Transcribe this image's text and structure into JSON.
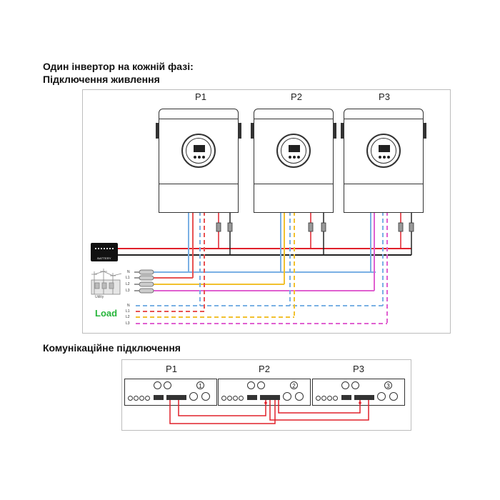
{
  "headings": {
    "line1": "Один інвертор на кожній фазі:",
    "line2": "Підключення живлення",
    "comm": "Комунікаційне підключення"
  },
  "power_diagram": {
    "inverters": [
      {
        "label": "P1"
      },
      {
        "label": "P2"
      },
      {
        "label": "P3"
      }
    ],
    "battery": {
      "label": "BATTERY",
      "icon": "battery-icon"
    },
    "utility": {
      "label": "Utility",
      "icon": "utility-grid-icon",
      "lines": [
        "N",
        "L1",
        "L2",
        "L3"
      ]
    },
    "load": {
      "label": "Load",
      "lines": [
        "N",
        "L1",
        "L2",
        "L3"
      ]
    },
    "colors": {
      "dc_positive": "#e0202a",
      "dc_negative": "#222222",
      "neutral": "#7ab0e4",
      "l1": "#e85252",
      "l2": "#f2c12e",
      "l3": "#e060d0"
    }
  },
  "comm_diagram": {
    "units": [
      {
        "label": "P1",
        "number": "1"
      },
      {
        "label": "P2",
        "number": "2"
      },
      {
        "label": "P3",
        "number": "3"
      }
    ],
    "cable_color": "#e0202a"
  }
}
